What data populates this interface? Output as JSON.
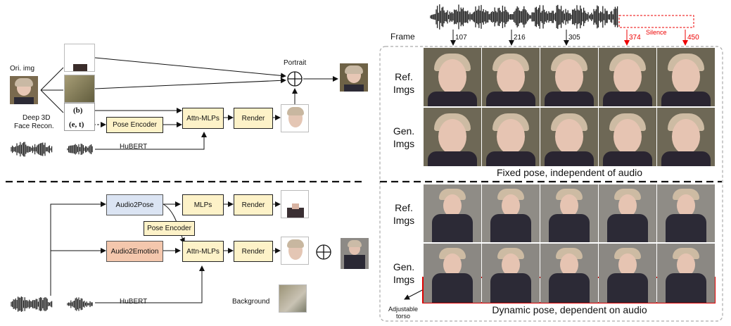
{
  "top_left": {
    "ori_img_label": "Ori. img",
    "deep3d_label_line1": "Deep 3D",
    "deep3d_label_line2": "Face Recon.",
    "b_label": "(b)",
    "et_label": "(e, t)",
    "pose_encoder": "Pose Encoder",
    "attn_mlps": "Attn-MLPs",
    "render": "Render",
    "hubert": "HuBERT",
    "portrait": "Portrait"
  },
  "bottom_left": {
    "audio2pose": "Audio2Pose",
    "mlps": "MLPs",
    "render1": "Render",
    "pose_encoder": "Pose Encoder",
    "audio2emotion": "Audio2Emotion",
    "attn_mlps": "Attn-MLPs",
    "render2": "Render",
    "hubert": "HuBERT",
    "background": "Background"
  },
  "right": {
    "frame_label": "Frame",
    "silence_label": "Silence",
    "frames": [
      "107",
      "216",
      "305",
      "374",
      "450"
    ],
    "top_ref_label_1": "Ref.",
    "top_ref_label_2": "Imgs",
    "top_gen_label_1": "Gen.",
    "top_gen_label_2": "Imgs",
    "top_caption": "Fixed pose, independent of audio",
    "bot_ref_label_1": "Ref.",
    "bot_ref_label_2": "Imgs",
    "bot_gen_label_1": "Gen.",
    "bot_gen_label_2": "Imgs",
    "bot_caption": "Dynamic pose, dependent on audio",
    "torso_label_1": "Adjustable",
    "torso_label_2": "torso"
  },
  "colors": {
    "pose_box": "#fdf2c8",
    "audio2pose_box": "#dbe4f3",
    "audio2emotion_box": "#f4c7ad",
    "highlight_red": "#e00000"
  }
}
